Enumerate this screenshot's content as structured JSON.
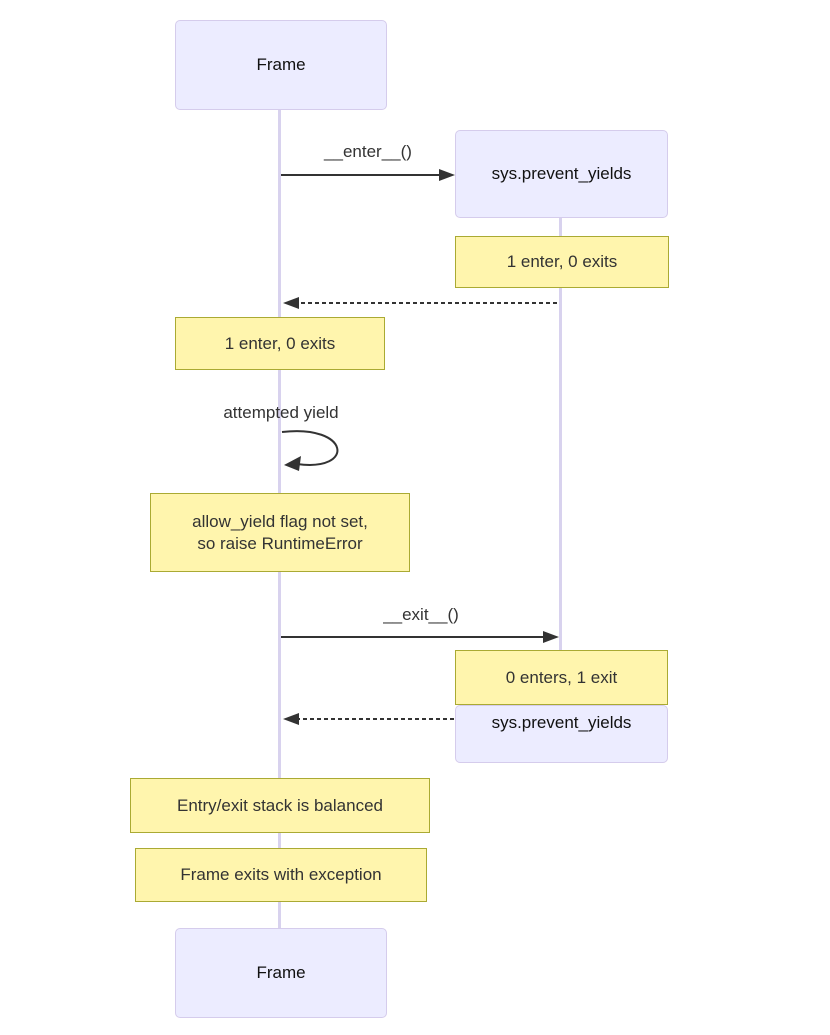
{
  "diagram": {
    "type": "sequence-diagram",
    "actors": {
      "frame_top": "Frame",
      "frame_bottom": "Frame",
      "sys_top": "sys.prevent_yields",
      "sys_end": "sys.prevent_yields"
    },
    "messages": {
      "enter": "__enter__()",
      "attempted_yield": "attempted yield",
      "exit": "__exit__()"
    },
    "notes": {
      "right1": "1 enter, 0 exits",
      "left1": "1 enter, 0 exits",
      "yield_fail": "allow_yield flag not set,\nso raise RuntimeError",
      "right2": "0 enters, 1 exit",
      "balanced": "Entry/exit stack is balanced",
      "exception": "Frame exits with exception"
    },
    "colors": {
      "background": "#FFFFFF",
      "actor_fill": "#ECECFF",
      "actor_border": "#D5CCEC",
      "actor_text": "#111111",
      "note_fill": "#FFF5AD",
      "note_border": "#AAAA33",
      "lifeline": "#D8D2EE",
      "arrow": "#333333",
      "text": "#333333"
    }
  }
}
